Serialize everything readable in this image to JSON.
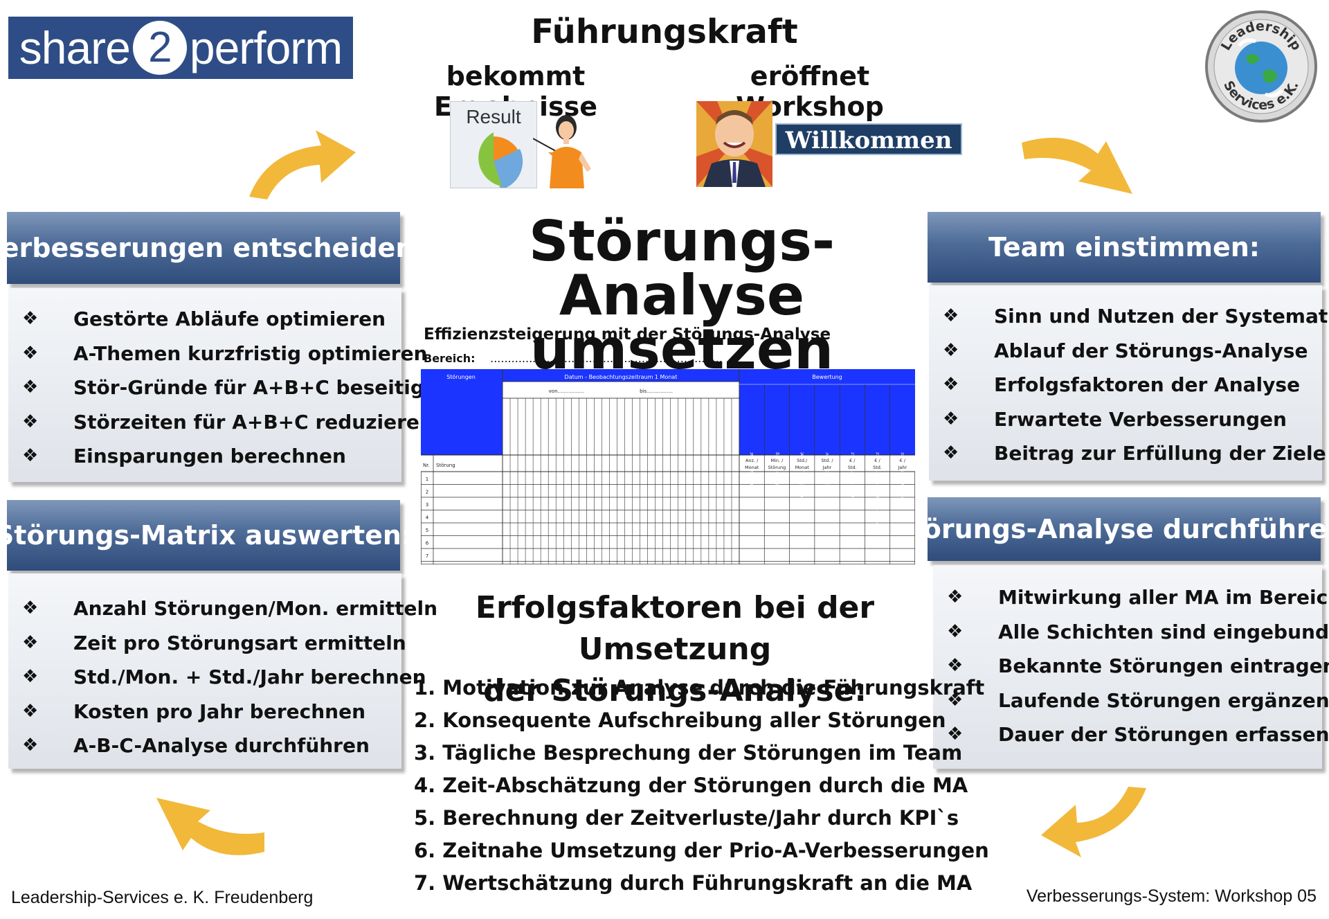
{
  "logo": {
    "left_text": "share",
    "number": "2",
    "right_text": "perform"
  },
  "header": {
    "title": "Führungskraft",
    "left_subtitle": "bekommt Ergebnisse",
    "right_subtitle": "eröffnet Workshop",
    "result_label": "Result",
    "welcome_label": "Willkommen"
  },
  "emblem": {
    "text_top": "Leadership",
    "text_bottom": "Services e.K."
  },
  "boxes": {
    "top_left": {
      "title": "Verbesserungen entscheiden:",
      "items": [
        "Gestörte Abläufe optimieren",
        "A-Themen kurzfristig optimieren",
        "Stör-Gründe für A+B+C beseitigen",
        "Störzeiten für A+B+C reduzieren",
        "Einsparungen berechnen"
      ]
    },
    "top_right": {
      "title": "Team einstimmen:",
      "items": [
        "Sinn und Nutzen der Systematik",
        "Ablauf der Störungs-Analyse",
        "Erfolgsfaktoren der Analyse",
        "Erwartete Verbesserungen",
        "Beitrag zur Erfüllung der Ziele"
      ]
    },
    "bottom_left": {
      "title": "Störungs-Matrix auswerten:",
      "items": [
        "Anzahl Störungen/Mon. ermitteln",
        "Zeit pro Störungsart ermitteln",
        "Std./Mon. + Std./Jahr berechnen",
        "Kosten pro Jahr berechnen",
        "A-B-C-Analyse durchführen"
      ]
    },
    "bottom_right": {
      "title": "Störungs-Analyse durchführen:",
      "items": [
        "Mitwirkung aller MA im Bereich",
        "Alle Schichten sind eingebunden",
        "Bekannte Störungen eintragen",
        "Laufende Störungen ergänzen",
        "Dauer der Störungen erfassen"
      ]
    },
    "bullet": "❖"
  },
  "center": {
    "title_line1": "Störungs-Analyse",
    "title_line2": "umsetzen",
    "form": {
      "title": "Effizienzsteigerung mit der Störungs-Analyse",
      "area_label": "Bereich:",
      "area_dots": "..................................................................",
      "col_disturbances": "Störungen",
      "col_date": "Datum - Beobachtungszeitraum 1 Monat",
      "from_label": "von.................",
      "to_label": "bis.................",
      "col_rating": "Bewertung",
      "rating_cols": [
        "Störungen/Monat",
        "Zeit je Störung",
        "Summe Störzeit je Monat",
        "Summe Störzeit pro Jahr",
        "Mitarbeiterstundensatz",
        "Anlagen-/Maschinen-stundensatz",
        "Störungskosten gesamt"
      ],
      "rating_units": [
        [
          "Anz. /",
          "Monat"
        ],
        [
          "Min. /",
          "Störung"
        ],
        [
          "Std./",
          "Monat"
        ],
        [
          "Std. /",
          "Jahr"
        ],
        [
          "€ /",
          "Std."
        ],
        [
          "€ /",
          "Std."
        ],
        [
          "€ /",
          "Jahr"
        ]
      ],
      "nr_label": "Nr.",
      "stoerung_label": "Störung",
      "rows": [
        "1",
        "2",
        "3",
        "4",
        "5",
        "6",
        "7"
      ]
    },
    "success_title_line1": "Erfolgsfaktoren bei der Umsetzung",
    "success_title_line2": "der Störungs-Analyse:",
    "success_items": [
      "1. Motivation zur Analyse durch die Führungskraft",
      "2. Konsequente Aufschreibung aller Störungen",
      "3. Tägliche Besprechung der Störungen im Team",
      "4. Zeit-Abschätzung der Störungen durch die MA",
      "5. Berechnung der Zeitverluste/Jahr durch KPI`s",
      "6. Zeitnahe Umsetzung der Prio-A-Verbesserungen",
      "7. Wertschätzung durch Führungskraft an die MA"
    ]
  },
  "footer": {
    "left": "Leadership-Services e. K. Freudenberg",
    "right": "Verbesserungs-System: Workshop 05"
  },
  "colors": {
    "box_header": "#3a5783",
    "arrow": "#f2b83a",
    "form_blue": "#1b34ff",
    "logo_bg": "#2e4d87"
  }
}
